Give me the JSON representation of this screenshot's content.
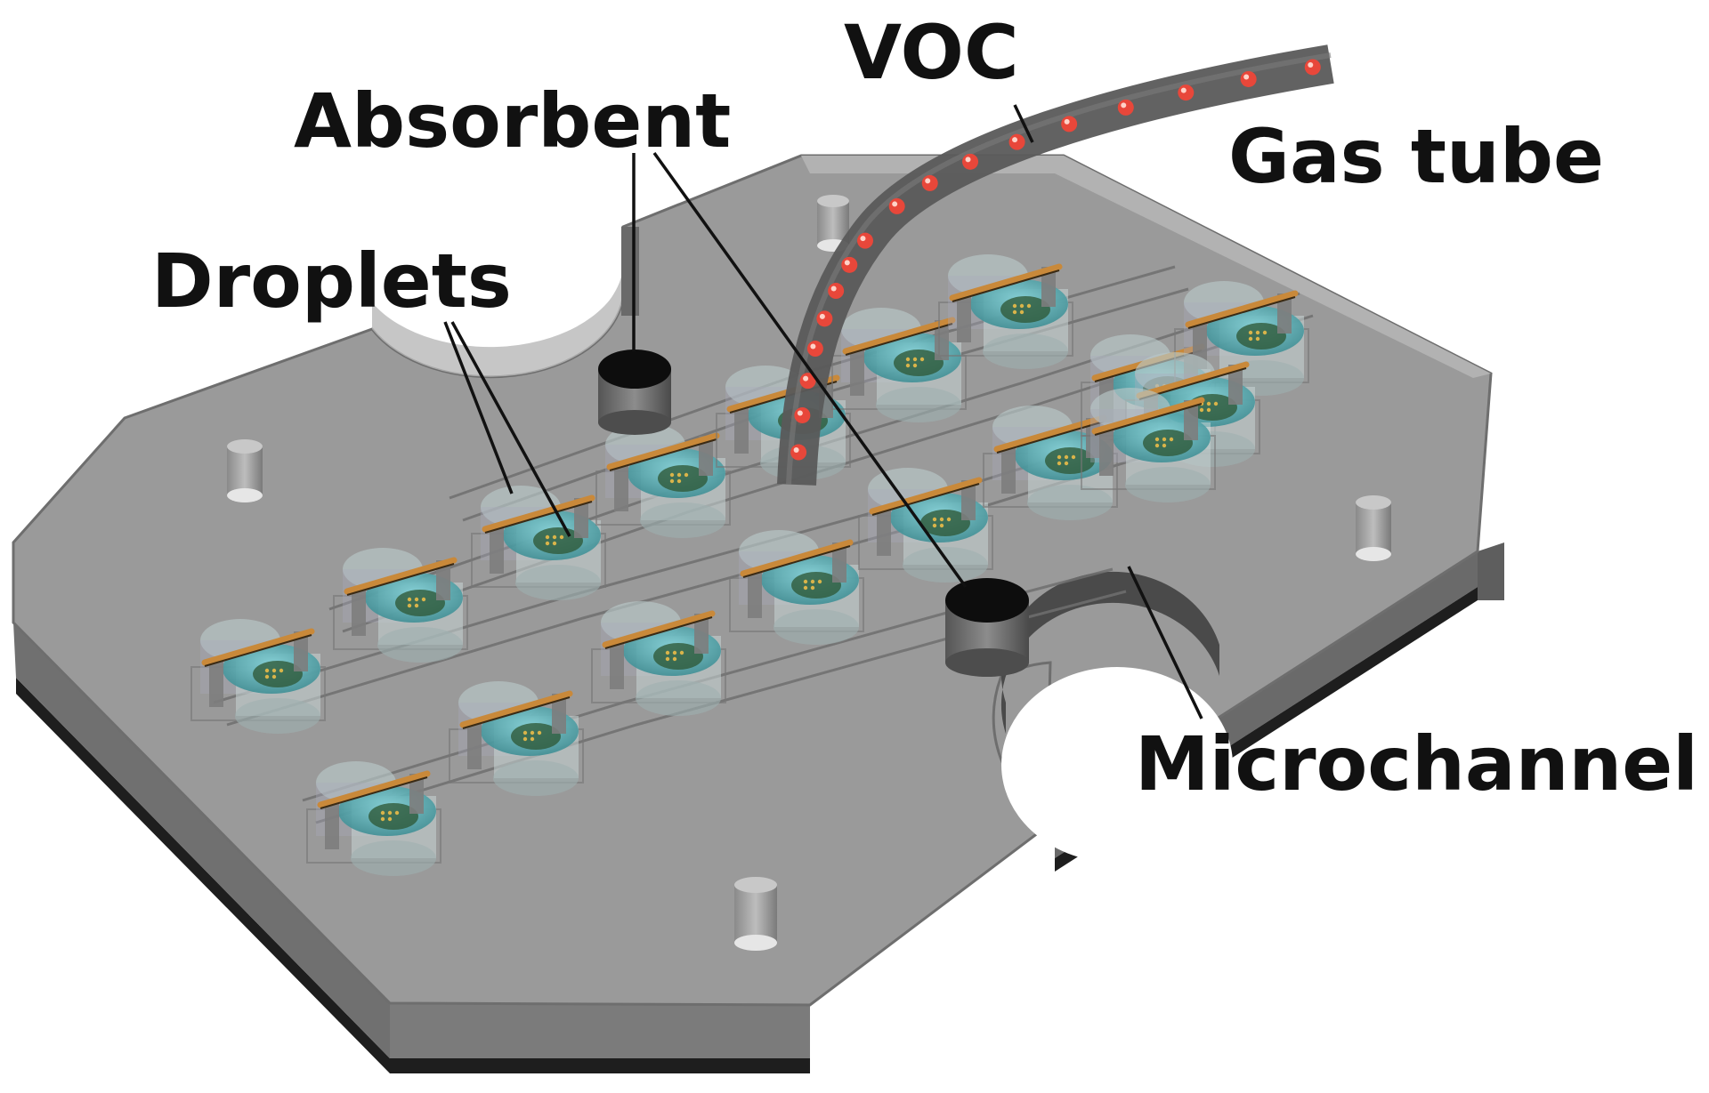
{
  "labels": {
    "voc": "VOC",
    "absorbent": "Absorbent",
    "gas_tube": "Gas tube",
    "droplets": "Droplets",
    "microchannel": "Microchannel"
  },
  "components": {
    "plate": "gray octagonal chip with two semicircular cutouts",
    "droplet_wells": 17,
    "absorbent_pucks": 2,
    "voc_particles": 17,
    "alignment_posts": 4
  },
  "colors": {
    "plate_top": "#9a9a9a",
    "plate_side": "#6e6e6e",
    "plate_edge_dark": "#1e1e1e",
    "droplet_cyan": "#5fb4ba",
    "electrode_orange": "#c9893a",
    "absorbent_black": "#0d0d0d",
    "tube_gray": "#5a5a5a",
    "voc_red": "#e8473a"
  }
}
